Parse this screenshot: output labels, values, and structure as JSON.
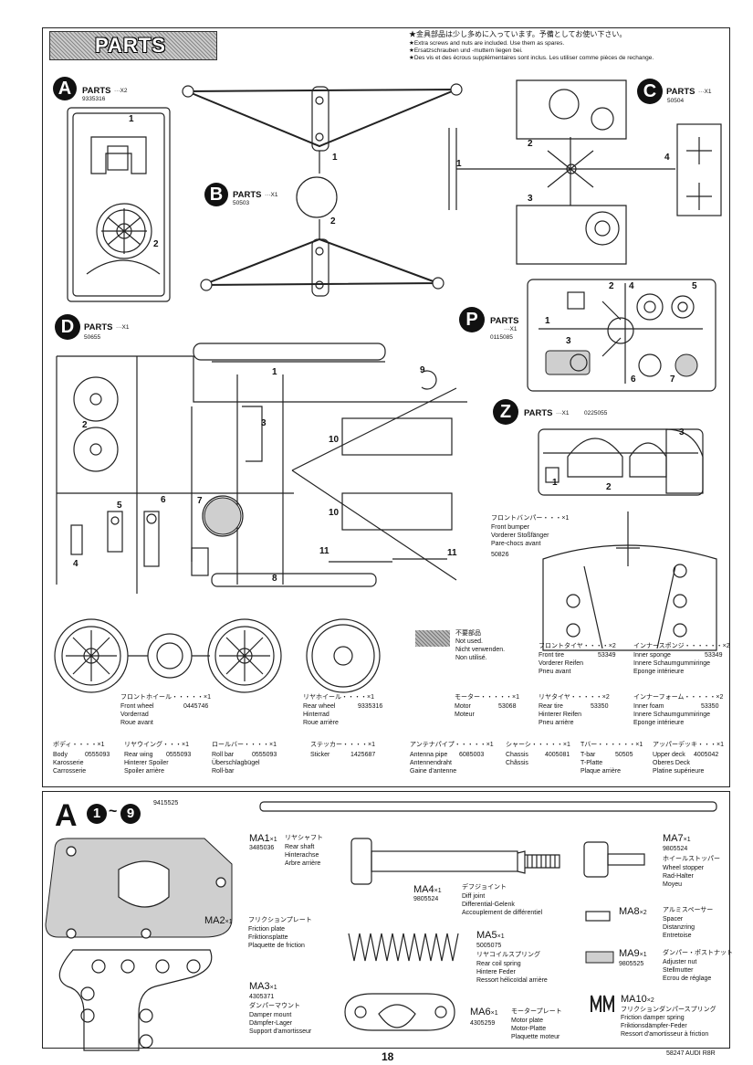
{
  "header": {
    "title": "PARTS",
    "notes": [
      "★金具部品は少し多めに入っています。予備としてお使い下さい。",
      "★Extra screws and nuts are included. Use them as spares.",
      "★Ersatzschrauben und -muttern liegen bei.",
      "★Des vis et des écrous supplémentaires sont inclus. Les utiliser comme pièces de rechange."
    ]
  },
  "parts": {
    "A": {
      "letter": "A",
      "label": "PARTS",
      "qty": "X2",
      "code": "9335316",
      "nums": [
        "1",
        "2"
      ]
    },
    "B": {
      "letter": "B",
      "label": "PARTS",
      "qty": "X1",
      "code": "50503",
      "nums": [
        "1",
        "2"
      ]
    },
    "C": {
      "letter": "C",
      "label": "PARTS",
      "qty": "X1",
      "code": "50504",
      "nums": [
        "1",
        "2",
        "3",
        "4"
      ]
    },
    "D": {
      "letter": "D",
      "label": "PARTS",
      "qty": "X1",
      "code": "50655",
      "nums": [
        "1",
        "2",
        "3",
        "4",
        "5",
        "6",
        "7",
        "8",
        "9",
        "10",
        "10",
        "11",
        "11"
      ]
    },
    "P": {
      "letter": "P",
      "label": "PARTS",
      "qty": "X1",
      "code": "0115085",
      "nums": [
        "1",
        "2",
        "3",
        "4",
        "5",
        "6",
        "7"
      ]
    },
    "Z": {
      "letter": "Z",
      "label": "PARTS",
      "qty": "X1",
      "code": "0225055",
      "nums": [
        "1",
        "2",
        "3"
      ]
    }
  },
  "front_bumper": {
    "lines": [
      "フロントバンパー・・・×1",
      "Front bumper",
      "Vorderer Stoßfänger",
      "Pare-chocs avant"
    ],
    "code": "50826"
  },
  "not_used": {
    "lines": [
      "不要部品",
      "Not used.",
      "Nicht verwenden.",
      "Non utilisé."
    ]
  },
  "items_row1": [
    {
      "jp": "フロントホイール・・・・・×1",
      "lines": [
        "Front wheel",
        "Vorderrad",
        "Roue avant"
      ],
      "code": "0445746"
    },
    {
      "jp": "リヤホイール・・・・×1",
      "lines": [
        "Rear wheel",
        "Hinterrad",
        "Roue arrière"
      ],
      "code": "9335316"
    },
    {
      "jp": "モーター・・・・・×1",
      "lines": [
        "Motor",
        "Moteur"
      ],
      "code": "53068"
    },
    {
      "jp": "フロントタイヤ・・・・×2",
      "lines": [
        "Front tire",
        "Vorderer Reifen",
        "Pneu avant"
      ],
      "code": "53349"
    },
    {
      "jp": "インナースポンジ・・・・・・×2",
      "lines": [
        "Inner sponge",
        "Innere Schaumgummiringe",
        "Eponge intérieure"
      ],
      "code": "53349"
    },
    {
      "jp": "リヤタイヤ・・・・・×2",
      "lines": [
        "Rear tire",
        "Hinterer Reifen",
        "Pneu arrière"
      ],
      "code": "53350"
    },
    {
      "jp": "インナーフォーム・・・・・×2",
      "lines": [
        "Inner foam",
        "Innere Schaumgummiringe",
        "Eponge intérieure"
      ],
      "code": "53350"
    }
  ],
  "items_row2": [
    {
      "jp": "ボディ・・・・×1",
      "lines": [
        "Body",
        "Karosserie",
        "Carrosserie"
      ],
      "code": "0555093"
    },
    {
      "jp": "リヤウイング・・・×1",
      "lines": [
        "Rear wing",
        "Hinterer Spoiler",
        "Spoiler arrière"
      ],
      "code": "0555093"
    },
    {
      "jp": "ロールバー・・・・×1",
      "lines": [
        "Roll bar",
        "Überschlagbügel",
        "Roll-bar"
      ],
      "code": "0555093"
    },
    {
      "jp": "ステッカー・・・・×1",
      "lines": [
        "Sticker"
      ],
      "code": "1425687"
    },
    {
      "jp": "アンテナパイプ・・・・・×1",
      "lines": [
        "Antenna pipe",
        "Antennendraht",
        "Gaine d'antenne"
      ],
      "code": "6085003"
    },
    {
      "jp": "シャーシ・・・・・×1",
      "lines": [
        "Chassis",
        "Châssis"
      ],
      "code": "4005081"
    },
    {
      "jp": "Tバー・・・・・・×1",
      "lines": [
        "T-bar",
        "T-Platte",
        "Plaque arrière"
      ],
      "code": "50505"
    },
    {
      "jp": "アッパーデッキ・・・×1",
      "lines": [
        "Upper deck",
        "Oberes Deck",
        "Platine supérieure"
      ],
      "code": "4005042"
    }
  ],
  "bag": {
    "letter": "A",
    "step_from": "1",
    "tilde": "~",
    "step_to": "9",
    "code": "9415525"
  },
  "ma_parts": [
    {
      "id": "MA1",
      "qty": "×1",
      "code": "3485036",
      "lines": [
        "リヤシャフト",
        "Rear shaft",
        "Hinterachse",
        "Arbre arrière"
      ]
    },
    {
      "id": "MA2",
      "qty": "×1",
      "code": "",
      "lines": [
        "フリクションプレート",
        "Friction plate",
        "Friktionsplatte",
        "Plaquette de friction"
      ]
    },
    {
      "id": "MA3",
      "qty": "×1",
      "code": "4305371",
      "lines": [
        "ダンパーマウント",
        "Damper mount",
        "Dämpfer-Lager",
        "Support d'amortisseur"
      ]
    },
    {
      "id": "MA4",
      "qty": "×1",
      "code": "9805524",
      "lines": [
        "デフジョイント",
        "Diff joint",
        "Differential-Gelenk",
        "Accouplement de différentiel"
      ]
    },
    {
      "id": "MA5",
      "qty": "×1",
      "code": "5005075",
      "lines": [
        "リヤコイルスプリング",
        "Rear coil spring",
        "Hintere Feder",
        "Ressort hélicoïdal arrière"
      ]
    },
    {
      "id": "MA6",
      "qty": "×1",
      "code": "4305259",
      "lines": [
        "モータープレート",
        "Motor plate",
        "Motor-Platte",
        "Plaquette moteur"
      ]
    },
    {
      "id": "MA7",
      "qty": "×1",
      "code": "9805524",
      "lines": [
        "ホイールストッパー",
        "Wheel stopper",
        "Rad-Halter",
        "Moyeu"
      ]
    },
    {
      "id": "MA8",
      "qty": "×2",
      "code": "",
      "lines": [
        "アルミスペーサー",
        "Spacer",
        "Distanzring",
        "Entretoise"
      ]
    },
    {
      "id": "MA9",
      "qty": "×1",
      "code": "9805525",
      "lines": [
        "ダンパー・ポストナット",
        "Adjuster nut",
        "Stellmutter",
        "Ecrou de réglage"
      ]
    },
    {
      "id": "MA10",
      "qty": "×2",
      "code": "",
      "lines": [
        "フリクションダンパースプリング",
        "Friction damper spring",
        "Friktionsdämpfer-Feder",
        "Ressort d'amortisseur à friction"
      ]
    }
  ],
  "footer": {
    "page": "18",
    "model": "58247 AUDI R8R"
  }
}
